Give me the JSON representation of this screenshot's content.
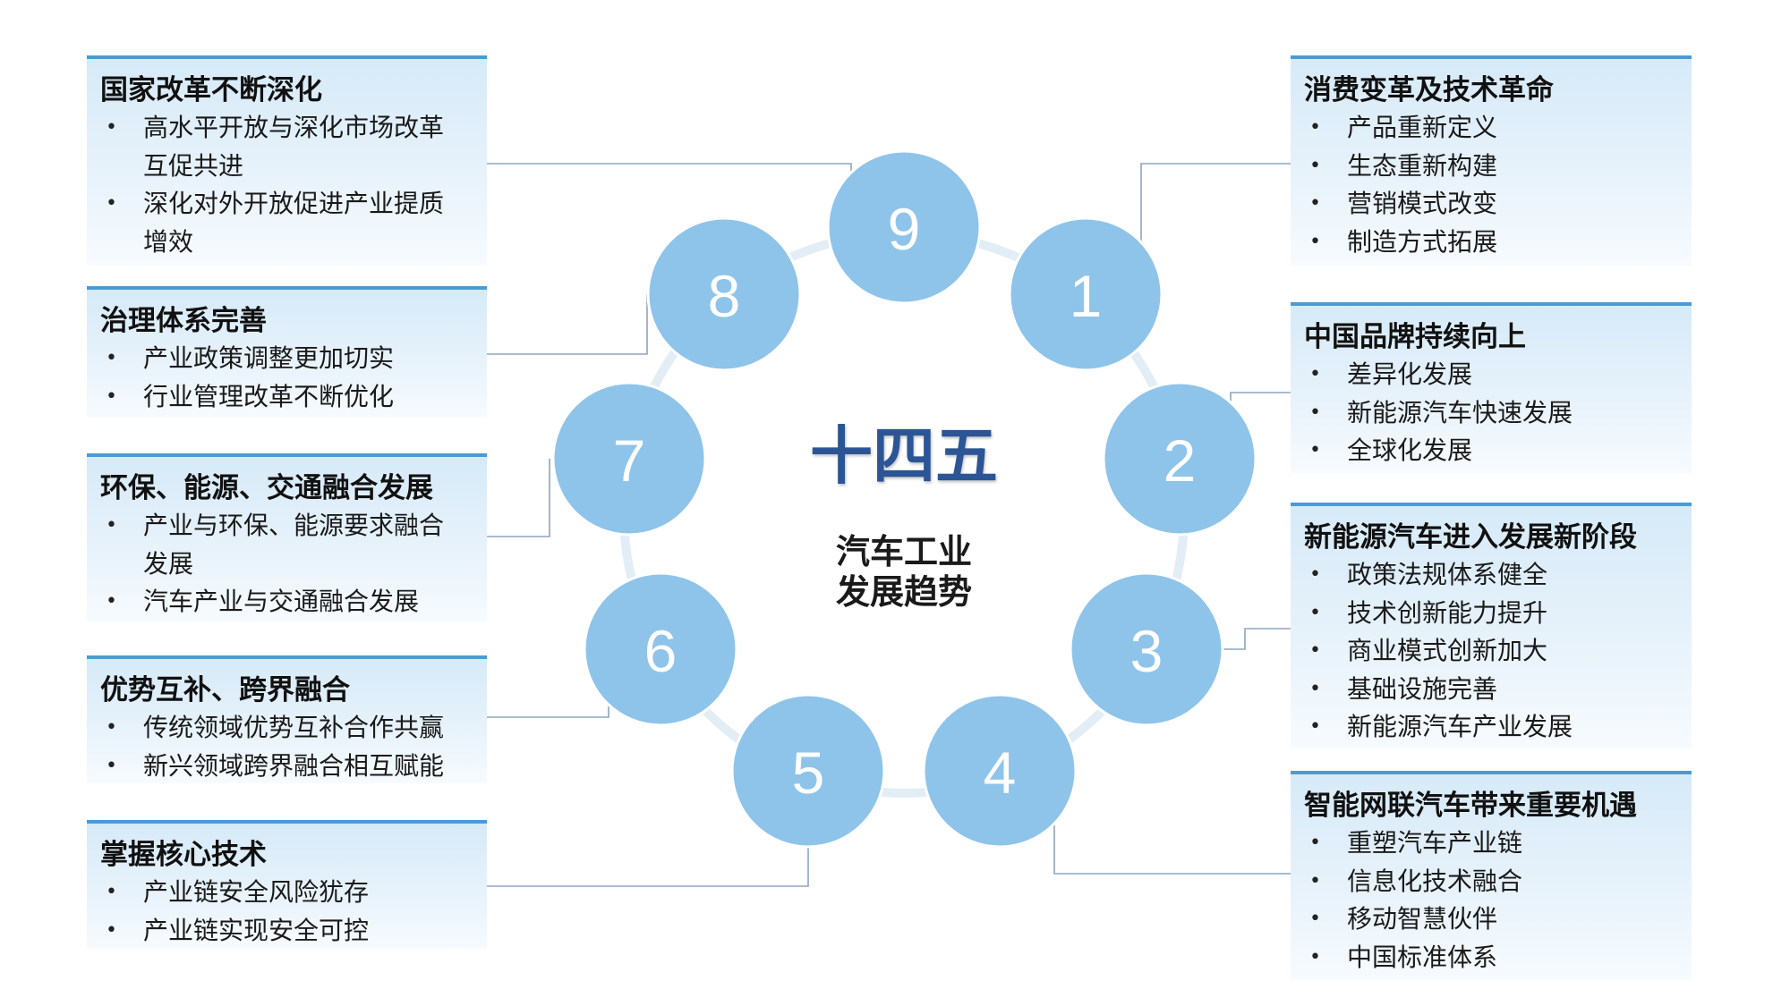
{
  "center": {
    "title": "十四五",
    "subtitle": [
      "汽车工业",
      "发展趋势"
    ]
  },
  "nodes": [
    {
      "label": "1"
    },
    {
      "label": "2"
    },
    {
      "label": "3"
    },
    {
      "label": "4"
    },
    {
      "label": "5"
    },
    {
      "label": "6"
    },
    {
      "label": "7"
    },
    {
      "label": "8"
    },
    {
      "label": "9"
    }
  ],
  "left_panels": [
    {
      "title": "国家改革不断深化",
      "bullets": [
        "高水平开放与深化市场改革互促共进",
        "深化对外开放促进产业提质增效"
      ]
    },
    {
      "title": "治理体系完善",
      "bullets": [
        "产业政策调整更加切实",
        "行业管理改革不断优化"
      ]
    },
    {
      "title": "环保、能源、交通融合发展",
      "bullets": [
        "产业与环保、能源要求融合发展",
        "汽车产业与交通融合发展"
      ]
    },
    {
      "title": "优势互补、跨界融合",
      "bullets": [
        "传统领域优势互补合作共赢",
        "新兴领域跨界融合相互赋能"
      ]
    },
    {
      "title": "掌握核心技术",
      "bullets": [
        "产业链安全风险犹存",
        "产业链实现安全可控"
      ]
    }
  ],
  "right_panels": [
    {
      "title": "消费变革及技术革命",
      "bullets": [
        "产品重新定义",
        "生态重新构建",
        "营销模式改变",
        "制造方式拓展"
      ]
    },
    {
      "title": "中国品牌持续向上",
      "bullets": [
        "差异化发展",
        "新能源汽车快速发展",
        "全球化发展"
      ]
    },
    {
      "title": "新能源汽车进入发展新阶段",
      "bullets": [
        "政策法规体系健全",
        "技术创新能力提升",
        "商业模式创新加大",
        "基础设施完善",
        "新能源汽车产业发展"
      ]
    },
    {
      "title": "智能网联汽车带来重要机遇",
      "bullets": [
        "重塑汽车产业链",
        "信息化技术融合",
        "移动智慧伙伴",
        "中国标准体系"
      ]
    }
  ],
  "colors": {
    "accent": "#4a9bd5",
    "node_fill": "#8fc4ea",
    "center_title": "#2c5596",
    "connector": "#8ea5bf",
    "ring": "#e2edf6",
    "panel_top": "#d6eaf8",
    "panel_bottom": "#f7fbfe"
  }
}
